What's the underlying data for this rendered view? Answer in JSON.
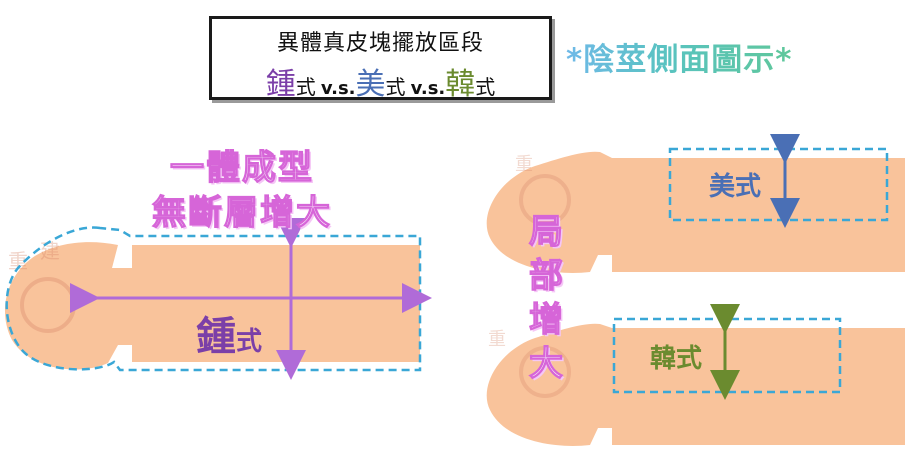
{
  "title": {
    "line1": "異體真皮塊擺放區段",
    "zhong_char": "鍾",
    "shi_1": "式",
    "vs_1": "v.s.",
    "mei_char": "美",
    "shi_2": "式",
    "vs_2": "v.s.",
    "han_char": "韓",
    "shi_3": "式"
  },
  "subtitle": "*陰莖側面圖示*",
  "left_panel": {
    "heading_line1": "一體成型",
    "heading_line2": "無斷層增大",
    "label_big": "鍾",
    "label_small": "式"
  },
  "right_panel": {
    "side_label": [
      "局",
      "部",
      "增",
      "大"
    ],
    "top_label": "美式",
    "bottom_label": "韓式"
  },
  "colors": {
    "skin": "#f9c39b",
    "dashed": "#3aa7d6",
    "zhong_purple": "#7b3fa8",
    "arrow_purple": "#b06bd8",
    "mei_blue": "#4a6fb5",
    "han_green": "#6b8b2f",
    "pink_text": "#d665d8"
  }
}
